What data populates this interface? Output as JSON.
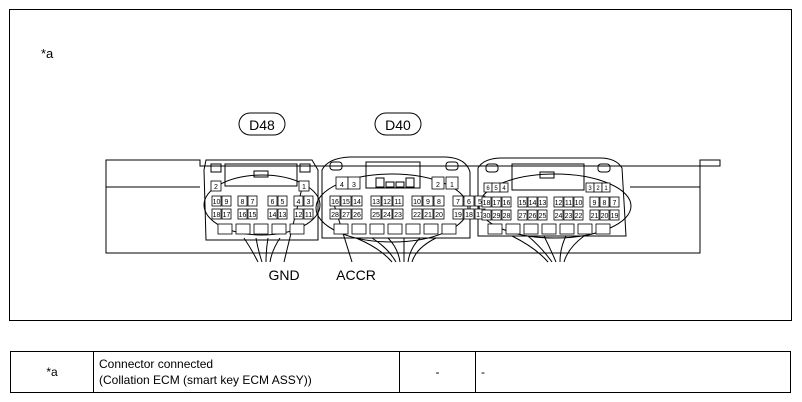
{
  "callout_label": "*a",
  "connectors": {
    "left": {
      "label": "D48"
    },
    "center": {
      "label": "D40"
    },
    "right": {
      "label": ""
    }
  },
  "pins": {
    "d48": {
      "row1": [
        "2",
        "1"
      ],
      "row2": [
        "10",
        "9",
        "8",
        "7",
        "6",
        "5",
        "4",
        "3"
      ],
      "row3": [
        "18",
        "17",
        "16",
        "15",
        "14",
        "13",
        "12",
        "11"
      ]
    },
    "d40": {
      "row1": [
        "4",
        "3",
        "2",
        "1"
      ],
      "row2": [
        "16",
        "15",
        "14",
        "13",
        "12",
        "11",
        "10",
        "9",
        "8",
        "7",
        "6",
        "5"
      ],
      "row3": [
        "28",
        "27",
        "26",
        "25",
        "24",
        "23",
        "22",
        "21",
        "20",
        "19",
        "18",
        "17"
      ]
    },
    "right": {
      "row1": [
        "6",
        "5",
        "4",
        "3",
        "2",
        "1"
      ],
      "row2": [
        "18",
        "17",
        "16",
        "15",
        "14",
        "13",
        "12",
        "11",
        "10",
        "9",
        "8",
        "7"
      ],
      "row3": [
        "30",
        "29",
        "28",
        "27",
        "26",
        "25",
        "24",
        "23",
        "22",
        "21",
        "20",
        "19"
      ]
    }
  },
  "terminals": {
    "gnd": "GND",
    "accr": "ACCR"
  },
  "legend": {
    "key": "*a",
    "description_line1": "Connector connected",
    "description_line2": "(Collation ECM (smart key ECM ASSY))",
    "pin": "-",
    "condition": "-"
  }
}
